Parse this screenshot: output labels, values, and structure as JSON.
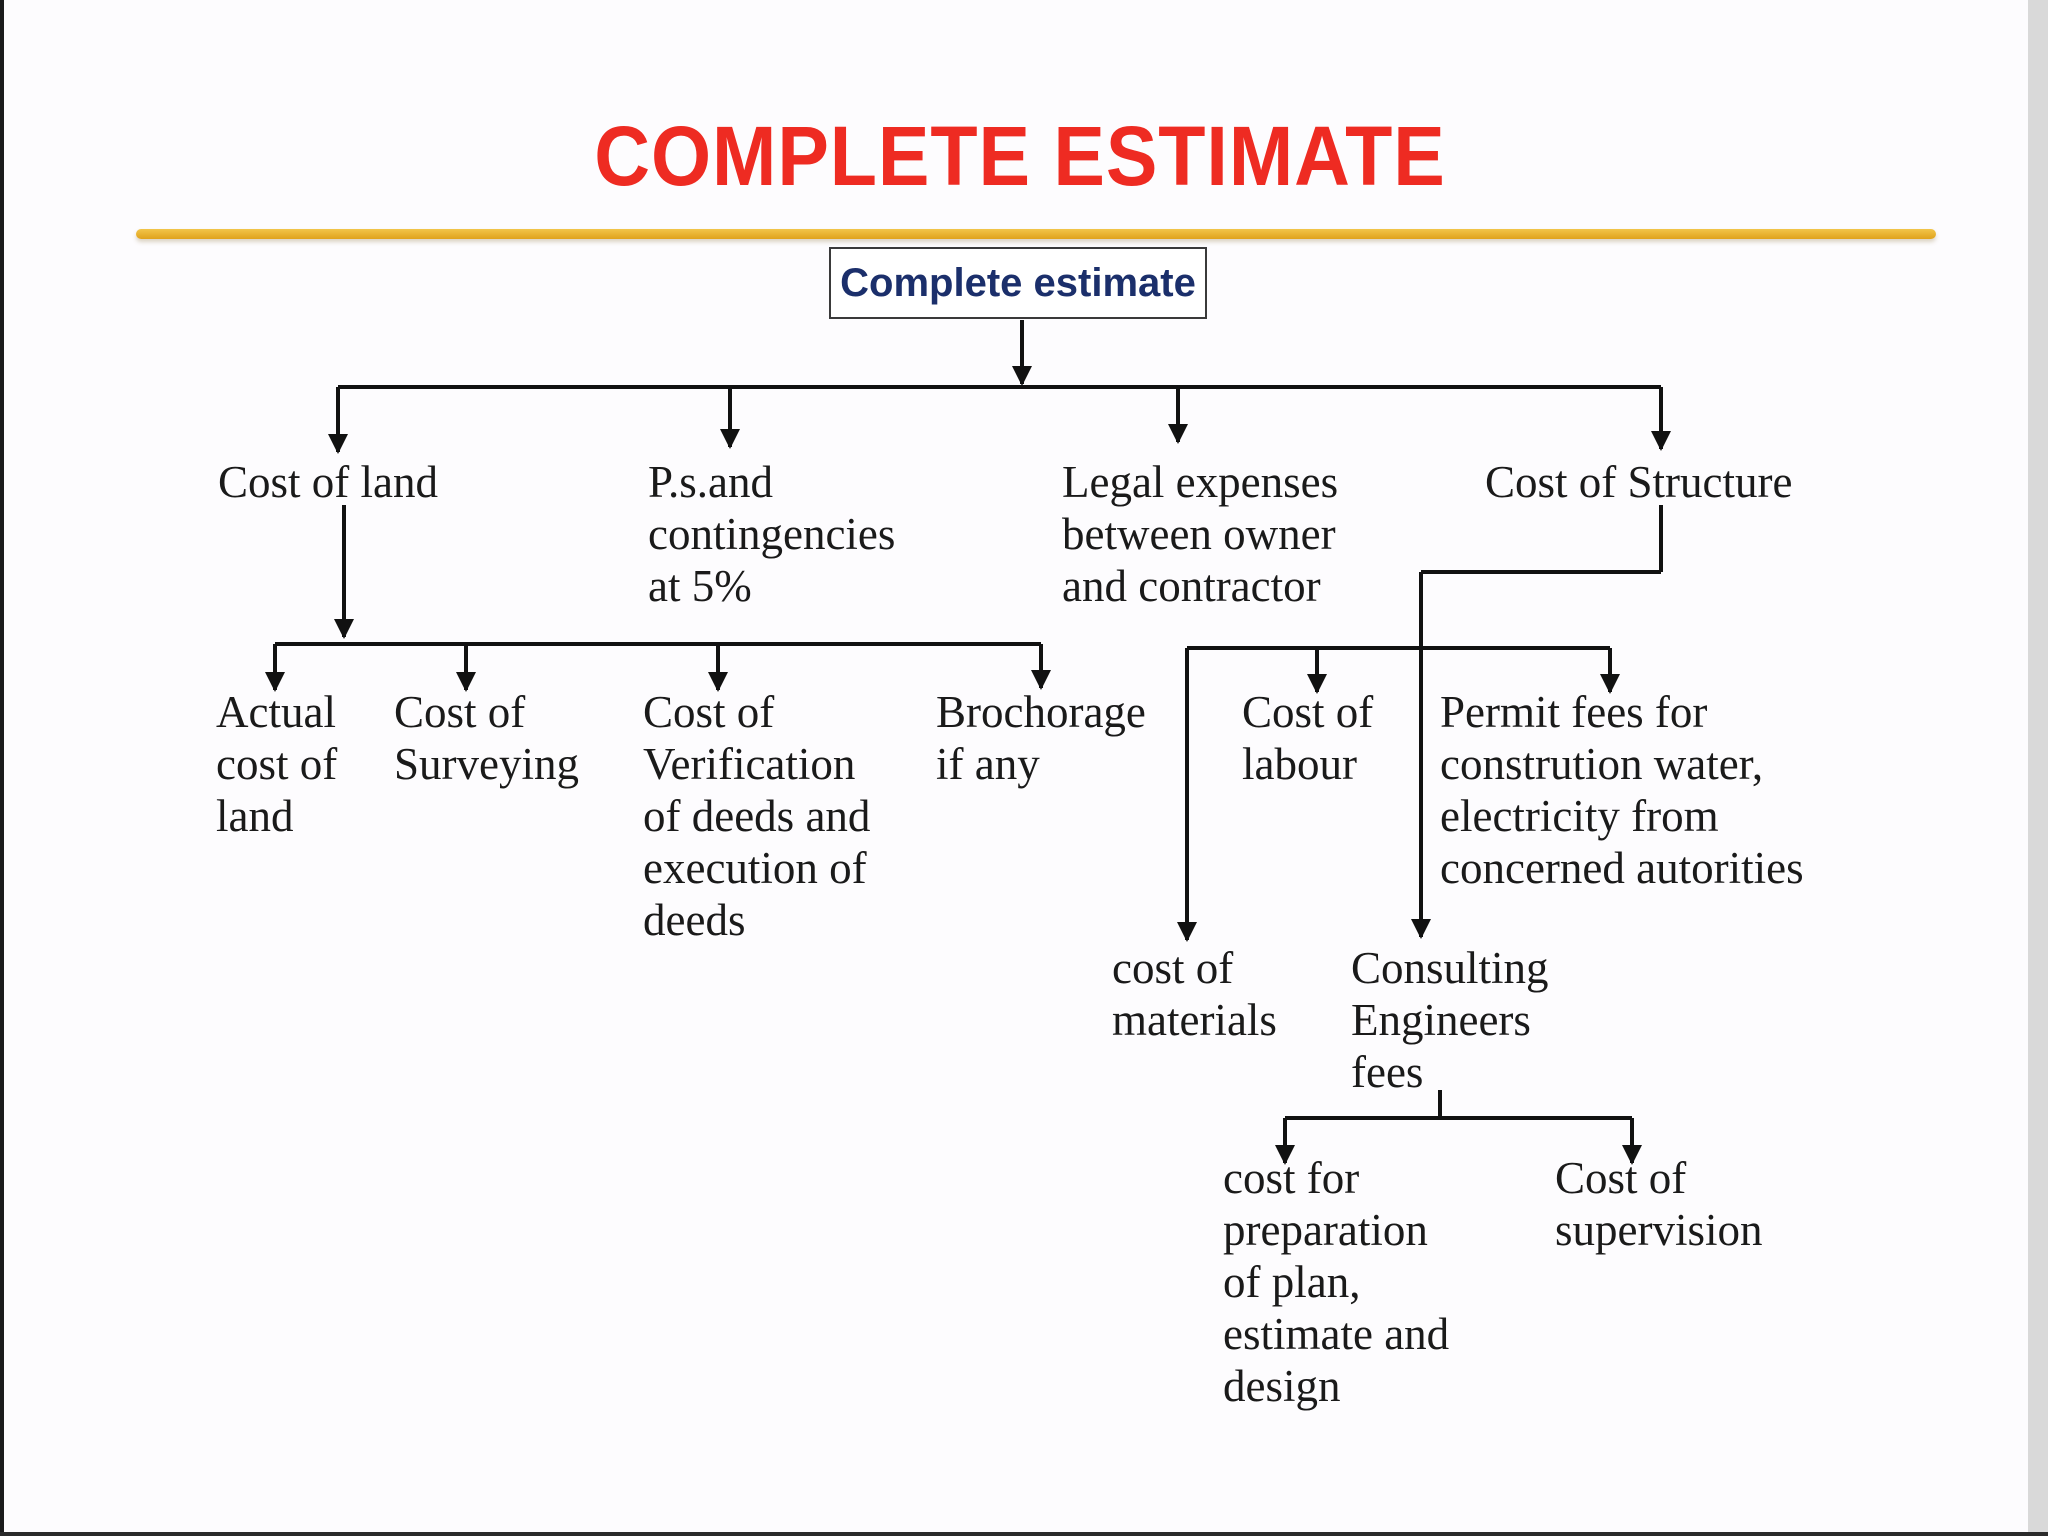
{
  "title": "COMPLETE ESTIMATE",
  "colors": {
    "title": "#ee2b22",
    "divider": "#e9b42c",
    "root_text": "#1b2f6b",
    "lines": "#111111"
  },
  "root": "Complete estimate",
  "level1": {
    "cost_of_land": "Cost of land",
    "ps_contingencies": "P.s.and\ncontingencies\nat 5%",
    "legal_expenses": "Legal expenses\nbetween owner\nand contractor",
    "cost_of_structure": "Cost of Structure"
  },
  "land_children": {
    "actual_cost": "Actual\ncost of\nland",
    "surveying": "Cost of\nSurveying",
    "verification": "Cost of\nVerification\nof deeds and\nexecution of\ndeeds",
    "brochorage": "Brochorage\nif any"
  },
  "structure_children": {
    "labour": "Cost of\nlabour",
    "permit_fees": "Permit fees for\nconstrution water,\nelectricity from\nconcerned autorities",
    "materials": "cost of\nmaterials",
    "consulting": "Consulting\nEngineers\nfees"
  },
  "consulting_children": {
    "preparation": "cost for\npreparation\nof plan,\nestimate and\ndesign",
    "supervision": "Cost of\nsupervision"
  }
}
